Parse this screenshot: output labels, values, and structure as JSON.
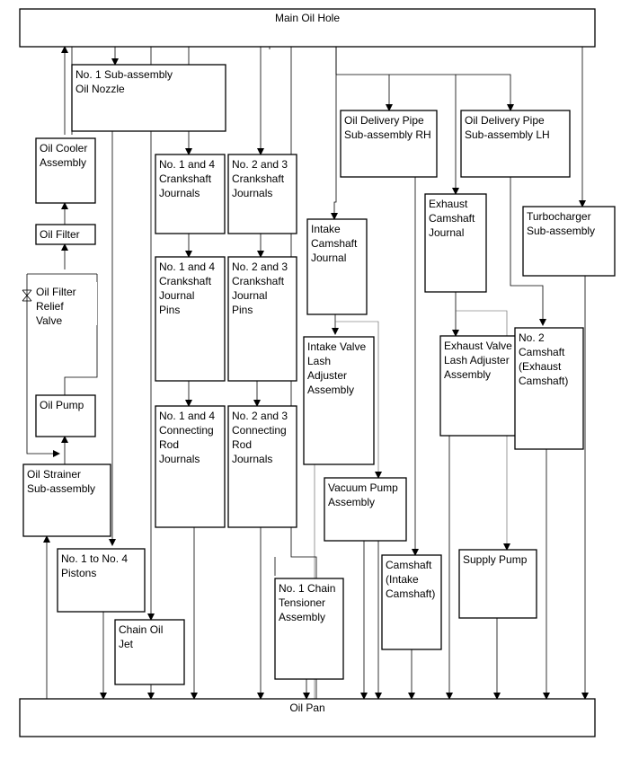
{
  "boxes": {
    "main_oil_hole": "Main Oil Hole",
    "oil_pan": "Oil Pan",
    "sub_oil_nozzle": [
      "No. 1 Sub-assembly",
      "Oil Nozzle"
    ],
    "oil_cooler": [
      "Oil Cooler",
      "Assembly"
    ],
    "oil_filter": [
      "Oil Filter"
    ],
    "oil_filter_relief": [
      "Oil Filter",
      "Relief",
      "Valve"
    ],
    "oil_pump": [
      "Oil Pump"
    ],
    "oil_strainer": [
      "Oil Strainer",
      "Sub-assembly"
    ],
    "pistons": [
      "No. 1 to No. 4",
      "Pistons"
    ],
    "chain_oil_jet": [
      "Chain Oil",
      "Jet"
    ],
    "crank_journals_14": [
      "No. 1 and 4",
      "Crankshaft",
      "Journals"
    ],
    "crank_journals_23": [
      "No. 2 and 3",
      "Crankshaft",
      "Journals"
    ],
    "crank_pins_14": [
      "No. 1 and 4",
      "Crankshaft",
      "Journal",
      "Pins"
    ],
    "crank_pins_23": [
      "No. 2 and 3",
      "Crankshaft",
      "Journal",
      "Pins"
    ],
    "conrod_14": [
      "No. 1 and 4",
      "Connecting",
      "Rod",
      "Journals"
    ],
    "conrod_23": [
      "No. 2 and 3",
      "Connecting",
      "Rod",
      "Journals"
    ],
    "intake_cam_journal": [
      "Intake",
      "Camshaft",
      "Journal"
    ],
    "intake_lash": [
      "Intake Valve",
      "Lash",
      "Adjuster",
      "Assembly"
    ],
    "vacuum_pump": [
      "Vacuum Pump",
      "Assembly"
    ],
    "chain_tensioner": [
      "No. 1 Chain",
      "Tensioner",
      "Assembly"
    ],
    "delivery_rh": [
      "Oil Delivery Pipe",
      "Sub-assembly RH"
    ],
    "delivery_lh": [
      "Oil Delivery Pipe",
      "Sub-assembly LH"
    ],
    "exhaust_cam_journal": [
      "Exhaust",
      "Camshaft",
      "Journal"
    ],
    "exhaust_lash": [
      "Exhaust Valve",
      "Lash Adjuster",
      "Assembly"
    ],
    "camshaft_intake": [
      "Camshaft",
      "(Intake",
      "Camshaft)"
    ],
    "supply_pump": [
      "Supply Pump"
    ],
    "turbo": [
      "Turbocharger",
      "Sub-assembly"
    ],
    "camshaft_exhaust": [
      "No. 2",
      "Camshaft",
      "(Exhaust",
      "Camshaft)"
    ]
  }
}
